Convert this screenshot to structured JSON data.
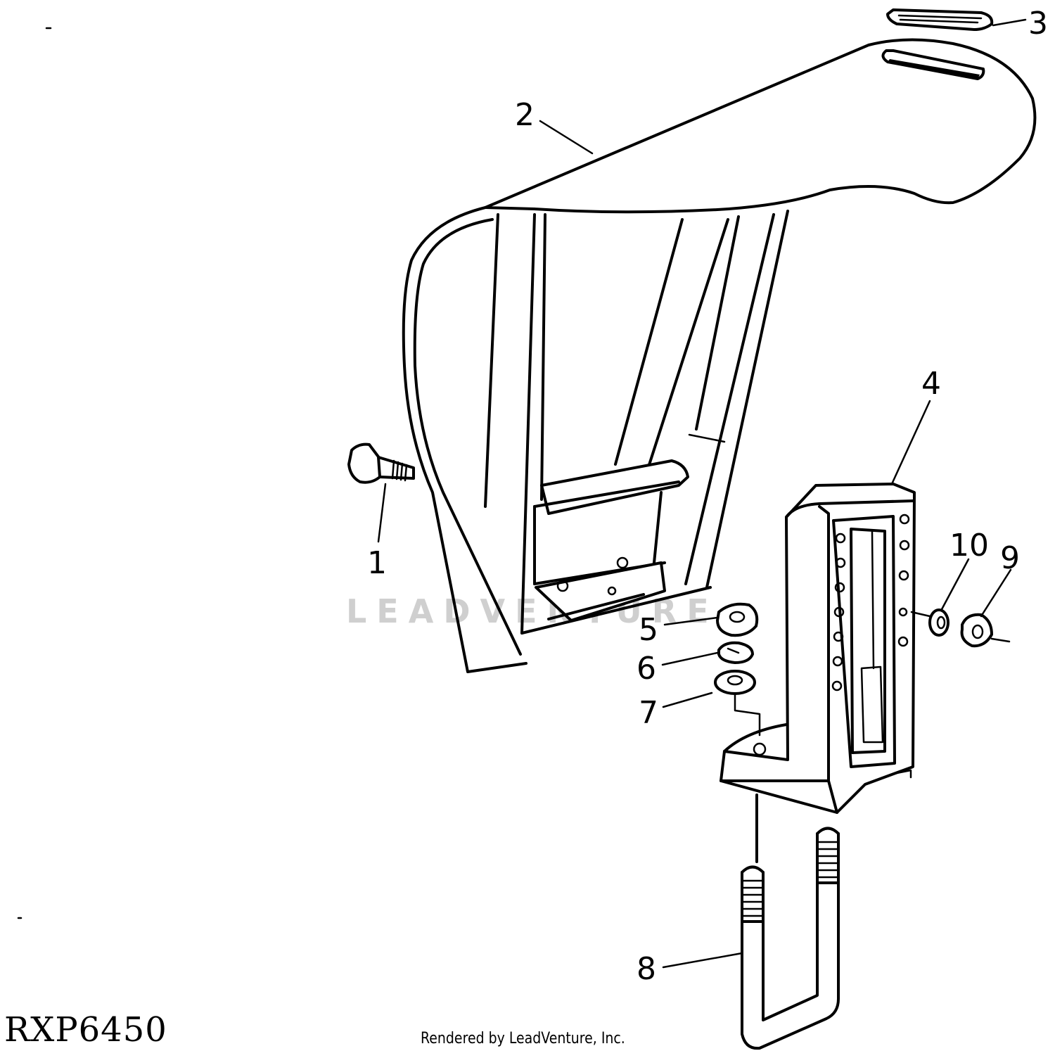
{
  "watermark": "LEADVENTURE",
  "figure_id": "RXP6450",
  "credit": "Rendered by LeadVenture, Inc.",
  "callouts": [
    {
      "id": "1",
      "label": "1"
    },
    {
      "id": "2",
      "label": "2"
    },
    {
      "id": "3",
      "label": "3"
    },
    {
      "id": "4",
      "label": "4"
    },
    {
      "id": "5",
      "label": "5"
    },
    {
      "id": "6",
      "label": "6"
    },
    {
      "id": "7",
      "label": "7"
    },
    {
      "id": "8",
      "label": "8"
    },
    {
      "id": "9",
      "label": "9"
    },
    {
      "id": "10",
      "label": "10"
    }
  ]
}
